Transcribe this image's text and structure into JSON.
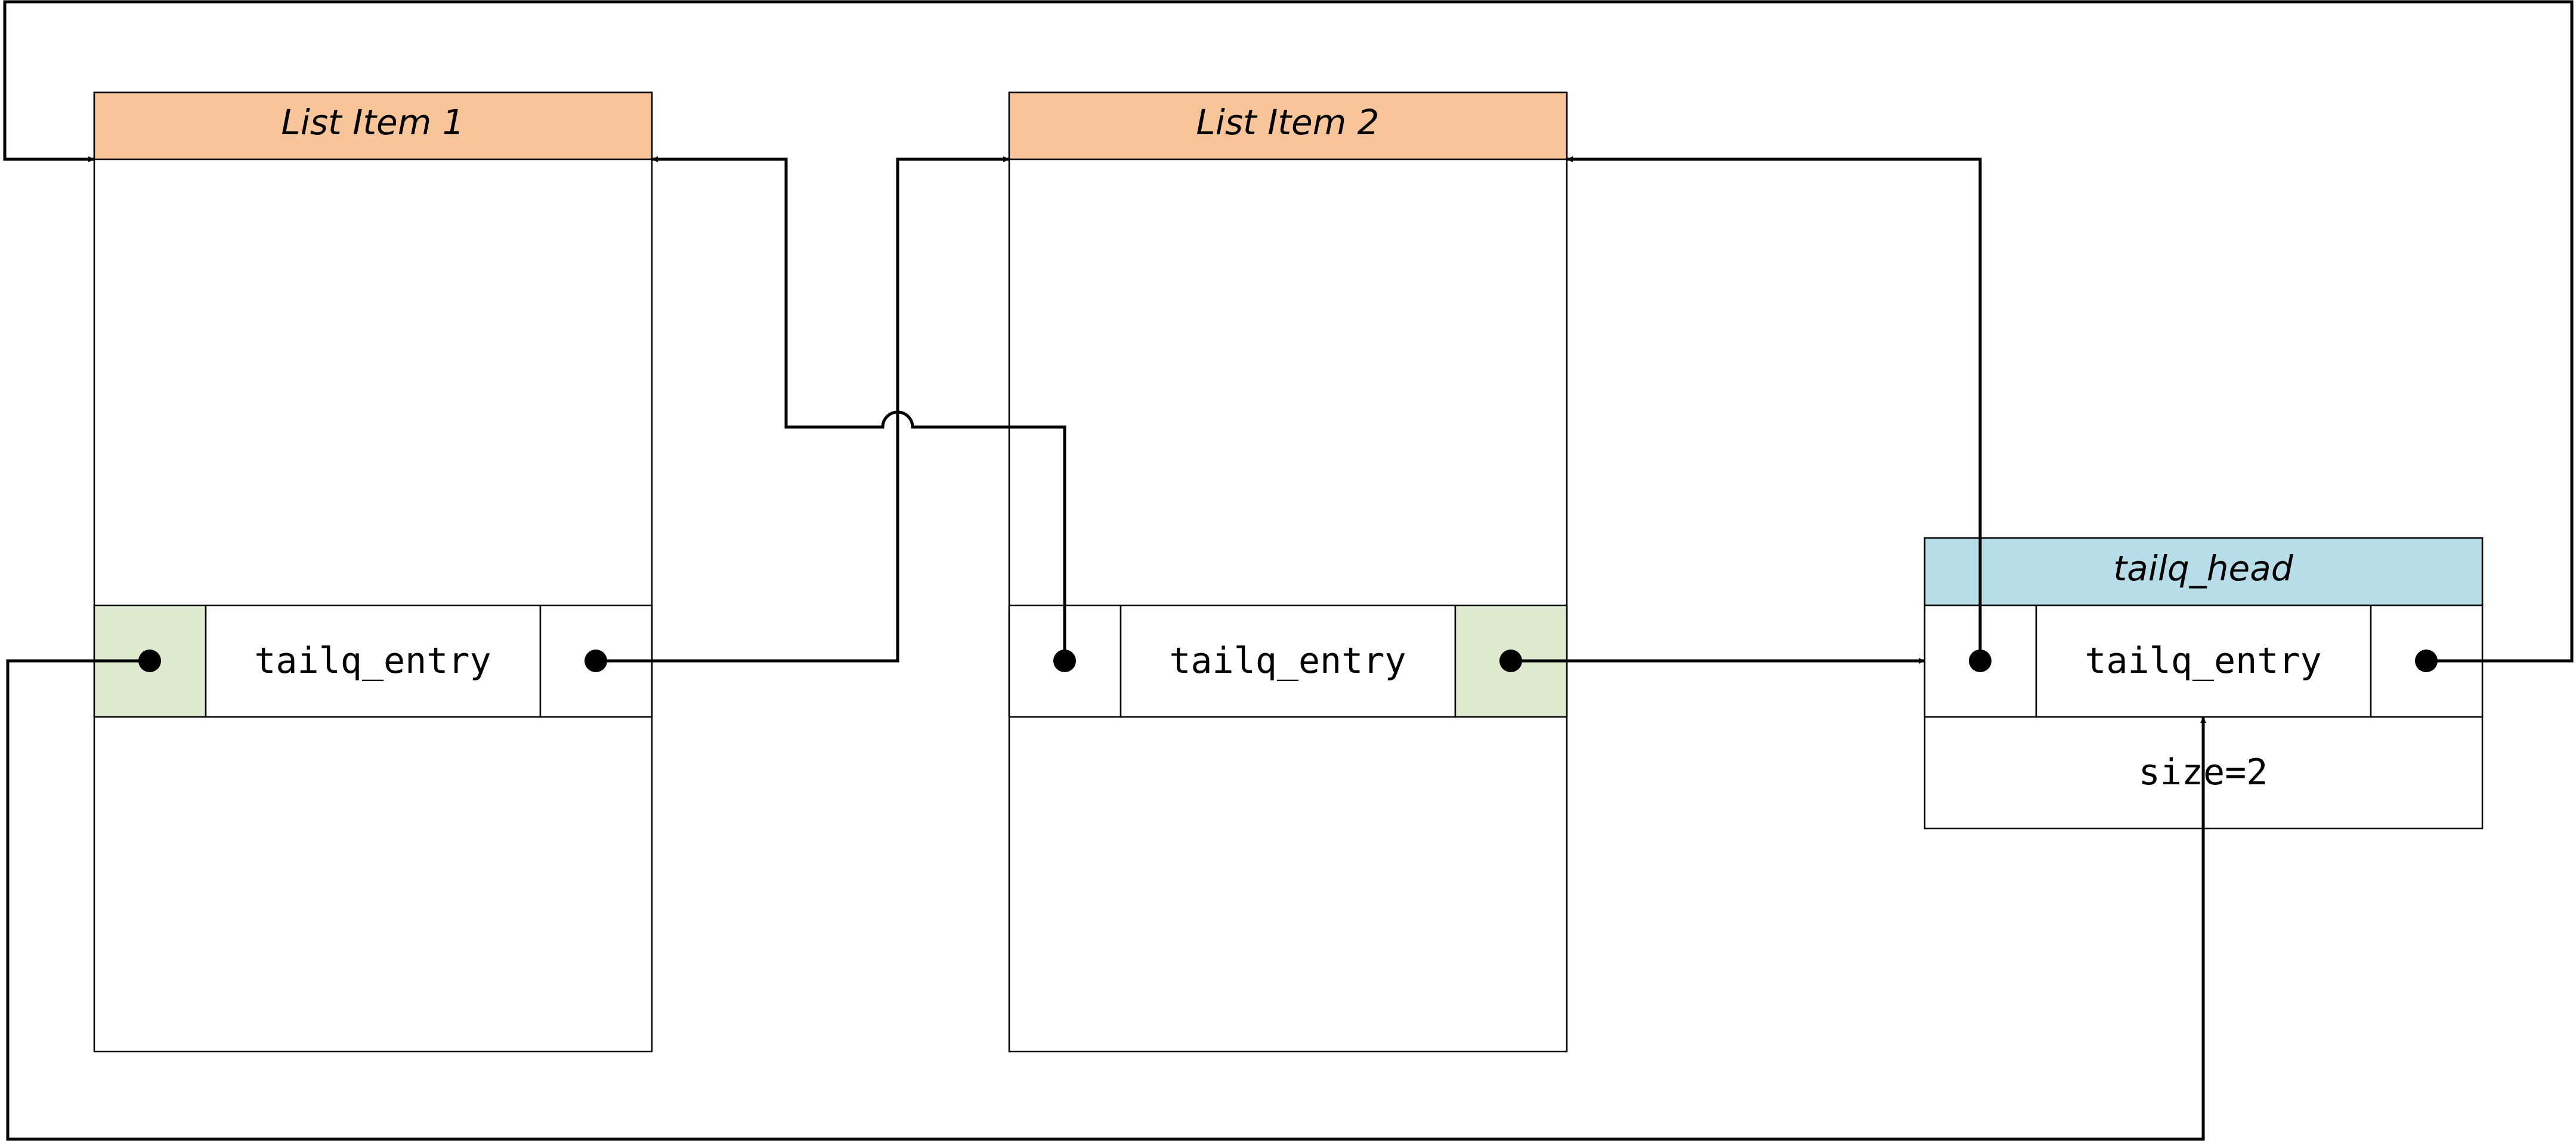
{
  "colors": {
    "item_header": "#f8c49a",
    "head_header": "#b7dde8",
    "highlight_cell": "#e0ead0",
    "line": "#000000",
    "background": "#ffffff"
  },
  "list_item_1": {
    "title": "List Item 1",
    "entry_label": "tailq_entry"
  },
  "list_item_2": {
    "title": "List Item 2",
    "entry_label": "tailq_entry"
  },
  "tailq_head": {
    "title": "tailq_head",
    "entry_label": "tailq_entry",
    "size_label": "size=2"
  }
}
